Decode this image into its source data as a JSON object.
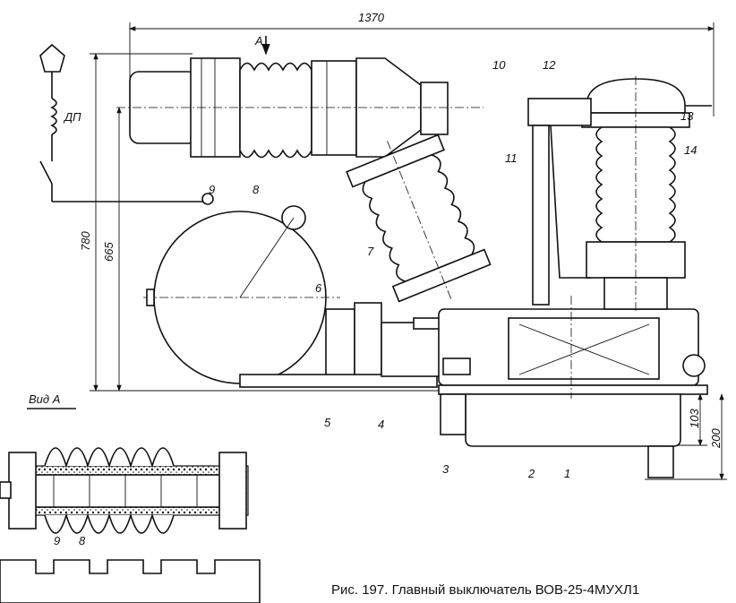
{
  "figure": {
    "caption": "Рис. 197. Главный выключатель ВОВ-25-4МУХЛ1",
    "dimensions": {
      "overall_length": "1370",
      "height_total": "780",
      "height_axis": "665",
      "base_height": "103",
      "total_base": "200"
    },
    "view_marker": "A",
    "view_label": "Вид А",
    "relay_label": "ДП",
    "parts": [
      "1",
      "2",
      "3",
      "4",
      "5",
      "6",
      "7",
      "8",
      "9",
      "10",
      "11",
      "12",
      "13",
      "14"
    ],
    "detail_parts": [
      "9",
      "8"
    ]
  }
}
